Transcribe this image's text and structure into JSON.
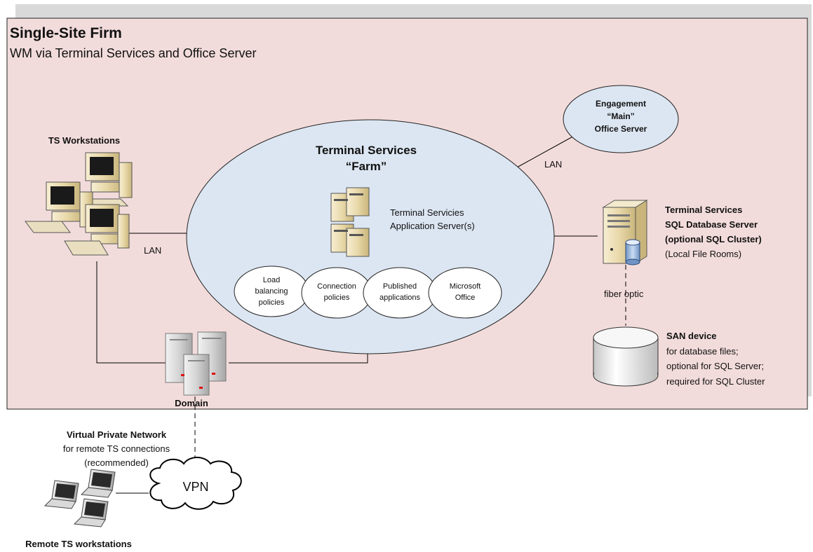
{
  "frame": {
    "title": "Single-Site Firm",
    "subtitle": "WM via Terminal Services and Office Server"
  },
  "ts_workstations": {
    "label": "TS Workstations"
  },
  "farm": {
    "title_line1": "Terminal Services",
    "title_line2": "“Farm”",
    "app_server_line1": "Terminal Servicies",
    "app_server_line2": "Application Server(s)",
    "policies": [
      {
        "line1": "Load",
        "line2": "balancing",
        "line3": "policies"
      },
      {
        "line1": "Connection",
        "line2": "policies"
      },
      {
        "line1": "Published",
        "line2": "applications"
      },
      {
        "line1": "Microsoft",
        "line2": "Office"
      }
    ]
  },
  "engagement": {
    "line1": "Engagement",
    "line2": "“Main”",
    "line3": "Office Server"
  },
  "links": {
    "lan_left": "LAN",
    "lan_right": "LAN",
    "fiber": "fiber optic"
  },
  "sql_server": {
    "line1": "Terminal Services",
    "line2": "SQL Database Server",
    "line3": "(optional SQL Cluster)",
    "line4": "(Local File Rooms)"
  },
  "san": {
    "title": "SAN device",
    "line1": "for database files;",
    "line2": "optional for SQL Server;",
    "line3": "required for SQL Cluster"
  },
  "domain": {
    "label": "Domain"
  },
  "vpn_info": {
    "title": "Virtual Private Network",
    "line1": "for remote TS connections",
    "line2": "(recommended)"
  },
  "vpn_cloud": {
    "label": "VPN"
  },
  "remote": {
    "label": "Remote TS workstations"
  },
  "colors": {
    "frame_fill": "#f2dcdb",
    "frame_shadow": "#d9d9d9",
    "ellipse_fill": "#dce6f2",
    "line": "#000000"
  }
}
